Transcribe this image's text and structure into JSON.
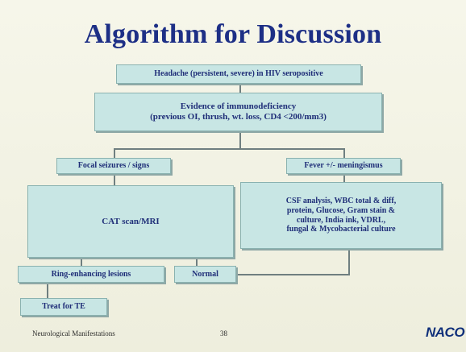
{
  "title": "Algorithm for Discussion",
  "nodes": {
    "headache": "Headache (persistent, severe) in HIV seropositive",
    "evidence_line1": "Evidence of immunodeficiency",
    "evidence_line2": "(previous OI, thrush, wt. loss, CD4 <200/mm3)",
    "focal": "Focal seizures / signs",
    "fever": "Fever +/- meningismus",
    "ct": "CAT scan/MRI",
    "csf_line1": "CSF analysis, WBC total & diff,",
    "csf_line2": "protein, Glucose, Gram stain &",
    "csf_line3": "culture, India ink, VDRL,",
    "csf_line4": "fungal & Mycobacterial culture",
    "ring": "Ring-enhancing lesions",
    "normal": "Normal",
    "treat": "Treat for TE"
  },
  "footer": {
    "left_text": "Neurological Manifestations",
    "page_number": "38",
    "logo_text": "NACO"
  },
  "colors": {
    "title": "#1d2f86",
    "box_fill": "#c8e6e4",
    "text": "#1f2e78",
    "connector": "#6f7f80"
  }
}
